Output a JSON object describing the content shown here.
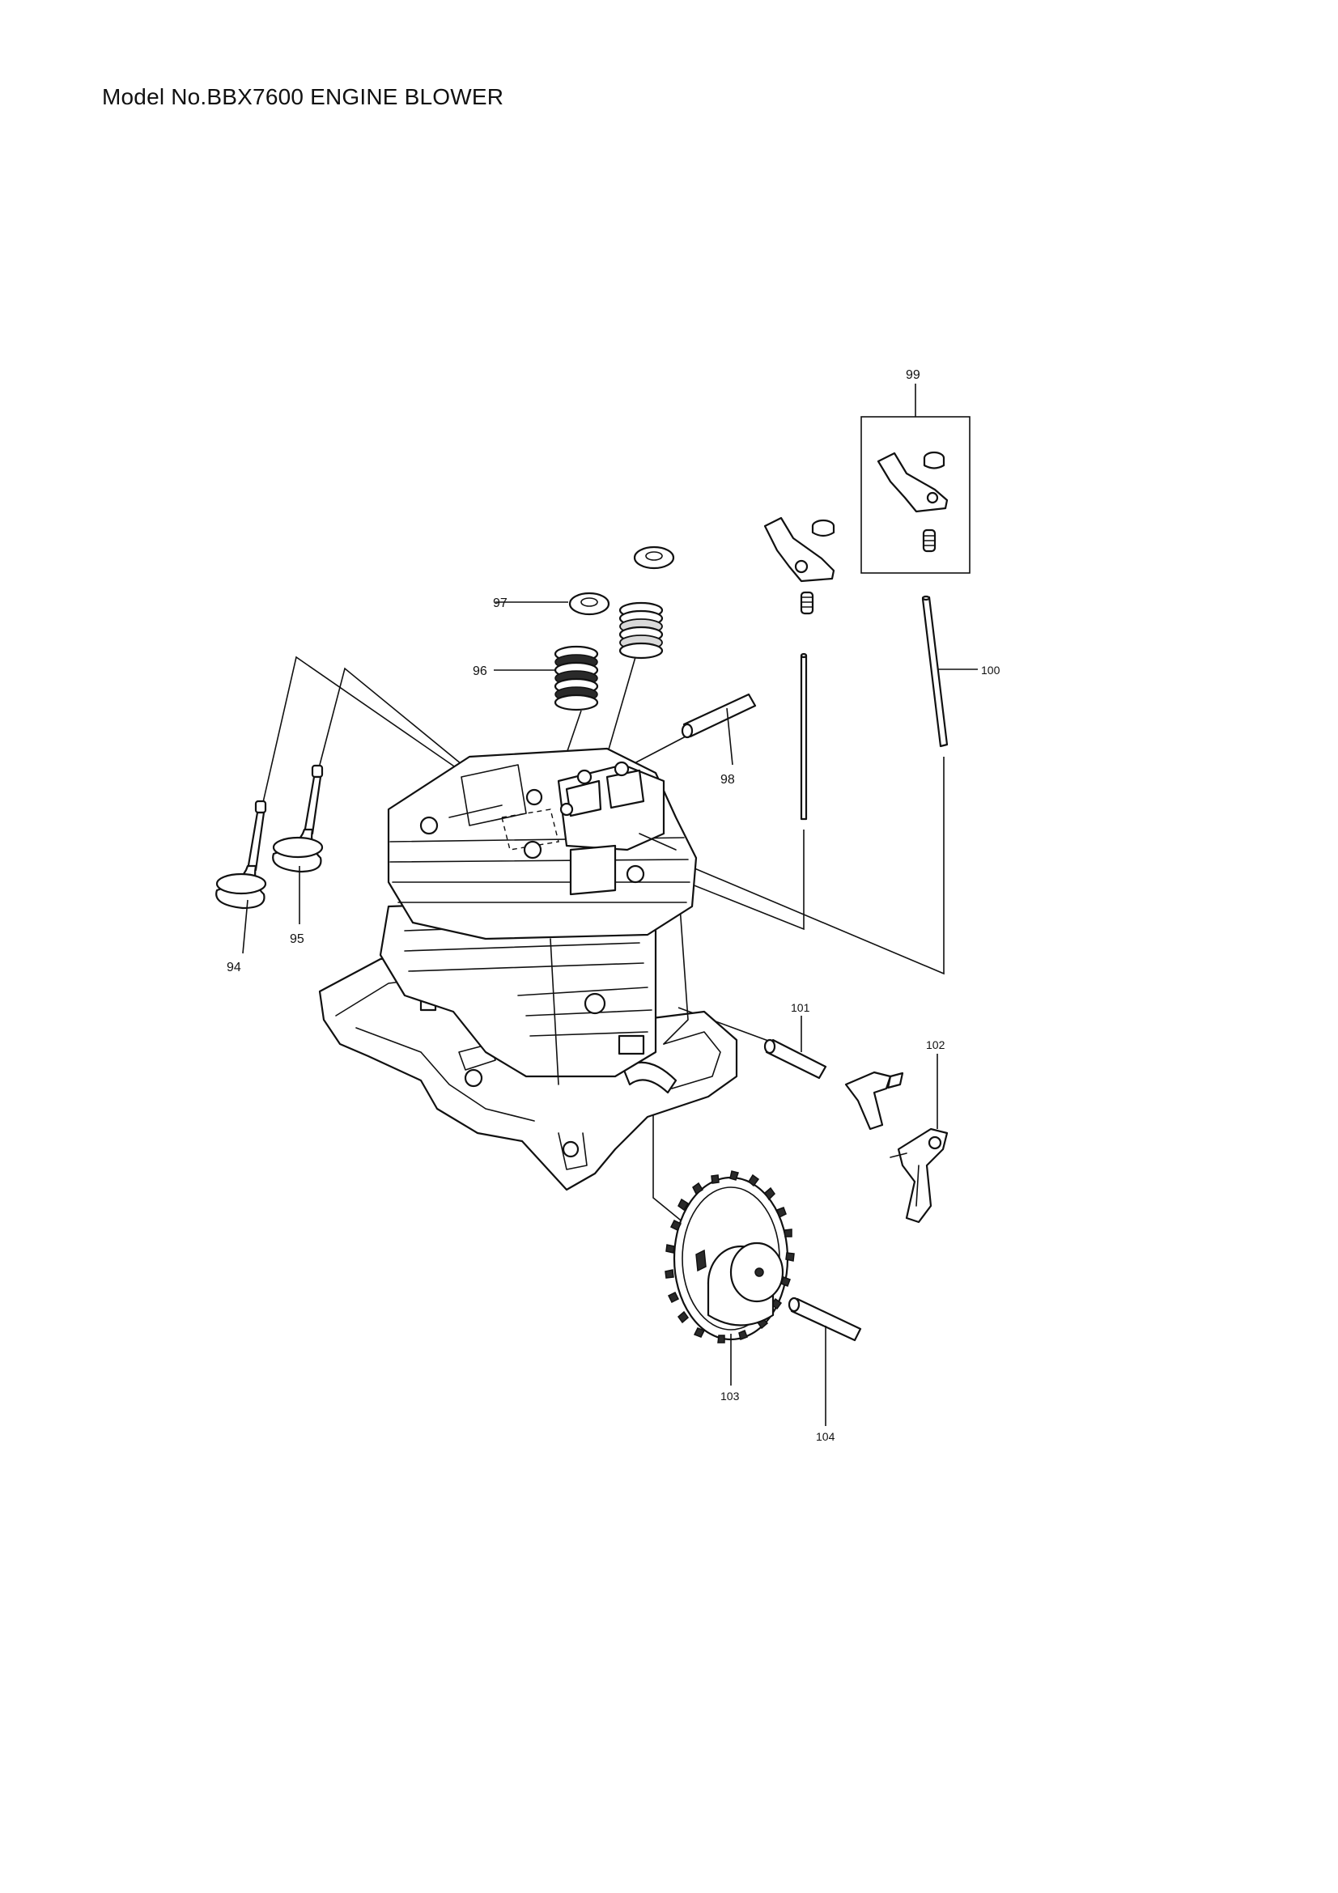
{
  "title": "Model No.BBX7600 ENGINE BLOWER",
  "labels": {
    "l94": "94",
    "l95": "95",
    "l96": "96",
    "l97": "97",
    "l98": "98",
    "l99": "99",
    "l100": "100",
    "l101": "101",
    "l102": "102",
    "l103": "103",
    "l104": "104"
  }
}
